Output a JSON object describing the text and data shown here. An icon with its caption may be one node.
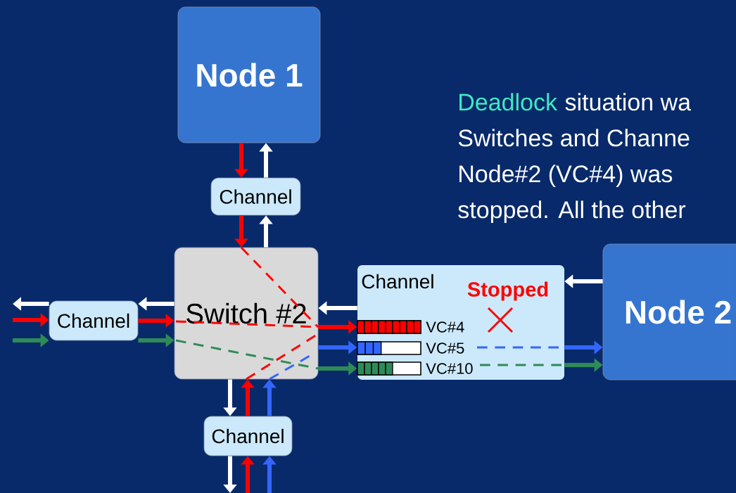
{
  "diagram": {
    "nodes": [
      {
        "text": [
          "Node 1"
        ]
      },
      {
        "text": [
          "Channel"
        ]
      },
      {
        "text": [
          "Switch #2"
        ]
      },
      {
        "text": [
          "Channel"
        ]
      },
      {
        "text": [
          "Channel"
        ]
      },
      {
        "text": [],
        "shape": "bar",
        "beside": [
          "VC#4"
        ],
        "in": 4
      },
      {
        "text": [],
        "shape": "bar",
        "beside": [
          "VC#5"
        ],
        "in": 4
      },
      {
        "text": [],
        "shape": "bar",
        "beside": [
          "VC#10"
        ],
        "in": 4
      },
      {
        "text": [
          "Node 2"
        ]
      },
      {
        "text": [
          "Channel"
        ]
      }
    ],
    "edges": [
      {
        "from": 0,
        "to": 1,
        "arrow": "to",
        "color": "#ff0000"
      },
      {
        "from": 1,
        "to": 0,
        "arrow": "to"
      },
      {
        "from": 1,
        "to": 2,
        "arrow": "to",
        "color": "#ff0000"
      },
      {
        "from": 2,
        "to": 1,
        "arrow": "to"
      },
      {
        "from": 3,
        "to": null,
        "arrow": "to"
      },
      {
        "from": null,
        "to": 3,
        "arrow": "to",
        "color": "#ff0000"
      },
      {
        "from": null,
        "to": 3,
        "arrow": "to",
        "color": "#2e8b57"
      },
      {
        "from": 2,
        "to": 3,
        "arrow": "to"
      },
      {
        "from": 3,
        "to": 2,
        "arrow": "to",
        "color": "#ff0000"
      },
      {
        "from": 3,
        "to": 2,
        "arrow": "to",
        "color": "#2e8b57"
      },
      {
        "from": 8,
        "to": 4,
        "arrow": "to"
      },
      {
        "from": 4,
        "to": 2,
        "arrow": "to"
      },
      {
        "from": 2,
        "to": 5,
        "arrow": "to",
        "color": "#ff0000"
      },
      {
        "from": 2,
        "to": 6,
        "arrow": "to",
        "color": "#3366ff"
      },
      {
        "from": 2,
        "to": 7,
        "arrow": "to",
        "color": "#2e8b57"
      },
      {
        "from": 4,
        "to": 8,
        "arrow": "to",
        "color": "#3366ff"
      },
      {
        "from": 4,
        "to": 8,
        "arrow": "to",
        "color": "#2e8b57"
      },
      {
        "from": 2,
        "to": 9,
        "arrow": "to"
      },
      {
        "from": 9,
        "to": 2,
        "arrow": "to",
        "color": "#ff0000"
      },
      {
        "from": 9,
        "to": 2,
        "arrow": "to",
        "color": "#3366ff"
      },
      {
        "from": 9,
        "to": null,
        "arrow": "to"
      },
      {
        "from": null,
        "to": 9,
        "arrow": "to",
        "color": "#ff0000"
      },
      {
        "from": null,
        "to": 9,
        "arrow": "to",
        "color": "#3366ff"
      }
    ],
    "labels": [
      "Deadlock",
      "situation wa",
      "Switches and Channe",
      "Node#2 (VC#4) was",
      "stopped. All the other",
      "Stopped"
    ]
  }
}
